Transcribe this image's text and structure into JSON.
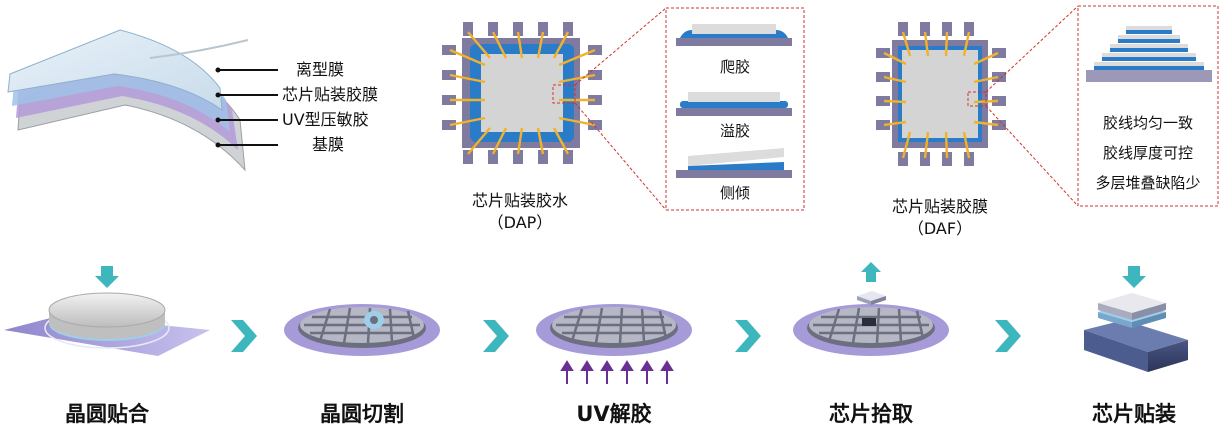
{
  "layers": [
    "离型膜",
    "芯片贴装胶膜",
    "UV型压敏胶",
    "基膜"
  ],
  "dap": {
    "title": "芯片贴装胶水",
    "abbr": "（DAP）",
    "issues": [
      "爬胶",
      "溢胶",
      "侧倾"
    ]
  },
  "daf": {
    "title": "芯片贴装胶膜",
    "abbr": "（DAF）",
    "benefits": [
      "胶线均匀一致",
      "胶线厚度可控",
      "多层堆叠缺陷少"
    ]
  },
  "process_steps": [
    "晶圆贴合",
    "晶圆切割",
    "UV解胶",
    "芯片拾取",
    "芯片贴装"
  ],
  "colors": {
    "arrow": "#3eb6bd",
    "pad": "#7e7aa0",
    "adhesive": "#2a7cc8",
    "wire": "#f0b22c",
    "die": "#d4d4d4",
    "callout": "#d2322d",
    "uv_arrow": "#6a2f92"
  }
}
